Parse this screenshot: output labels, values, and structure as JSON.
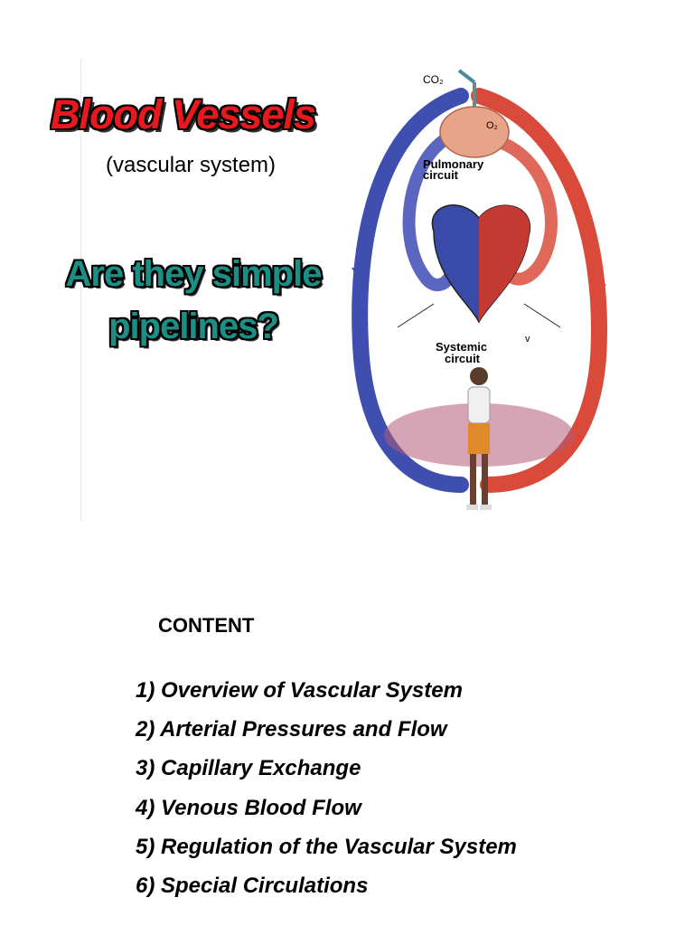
{
  "title": "Blood Vessels",
  "subtitle": "(vascular system)",
  "question": {
    "line1": "Are they simple",
    "line2": "pipelines?"
  },
  "diagram": {
    "co2": "CO₂",
    "o2": "O₂",
    "pulmonary_line1": "Pulmonary",
    "pulmonary_line2": "circuit",
    "systemic_line1": "Systemic",
    "systemic_line2": "circuit",
    "v_label": "v",
    "colors": {
      "artery": "#d94a3a",
      "vein": "#3f4fb0",
      "lungs": "#e8a489",
      "accent": "#1b8f86",
      "title_red": "#e8191e"
    }
  },
  "content": {
    "heading": "CONTENT",
    "items": [
      "1)  Overview of Vascular System",
      "2)  Arterial Pressures and Flow",
      "3)  Capillary Exchange",
      "4)  Venous Blood Flow",
      "5)  Regulation of the Vascular System",
      "6)  Special Circulations"
    ]
  }
}
